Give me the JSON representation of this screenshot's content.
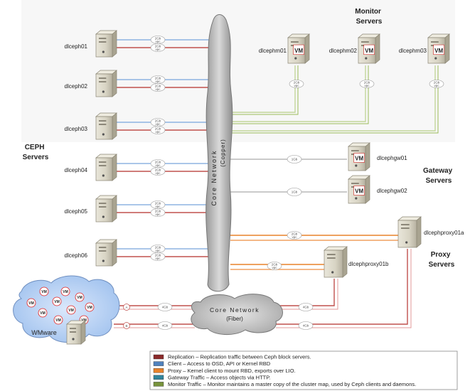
{
  "groups": {
    "monitor": "Monitor\nServers",
    "ceph": "CEPH\nServers",
    "gateway": "Gateway\nServers",
    "proxy": "Proxy\nServers"
  },
  "core_copper": {
    "title": "Core Network",
    "subtitle": "(Copper)"
  },
  "core_fiber": {
    "title": "Core Network",
    "subtitle": "(Fiber)"
  },
  "ceph_nodes": [
    "dlceph01",
    "dlceph02",
    "dlceph03",
    "dlceph04",
    "dlceph05",
    "dlceph06"
  ],
  "monitor_nodes": [
    "dlcephm01",
    "dlcephm02",
    "dlcephm03"
  ],
  "gateway_nodes": [
    "dlcephgw01",
    "dlcephgw02"
  ],
  "proxy_nodes": [
    "dlcephproxy01a",
    "dlcephproxy01b"
  ],
  "wmware_label": "WMware",
  "vm_label": "VM",
  "link_labels": {
    "two_gb": "2Gb",
    "vpc": "vpc",
    "one_gb": "1Gb",
    "four_gb": "4Gb",
    "port_a": "A",
    "port_b": "B"
  },
  "legend": [
    {
      "color": "#8b2a2a",
      "text": "Replication – Replication traffic between Ceph block servers."
    },
    {
      "color": "#4f81bd",
      "text": "Client – Access to OSD, API or Kernel RBD"
    },
    {
      "color": "#e8822a",
      "text": "Proxy – Kernel client to mount RBD, exports over LIO."
    },
    {
      "color": "#31859c",
      "text": "Gateway Traffic – Access objects via HTTP."
    },
    {
      "color": "#77933c",
      "text": "Monitor Traffic – Monitor maintains a master copy of the cluster map, used by Ceph clients and daemons."
    }
  ],
  "colors": {
    "replication": "#c0504d",
    "client": "#8db3e2",
    "proxy": "#f0a060",
    "gateway": "#aaaaaa",
    "monitor": "#c3d69b",
    "vm_red": "#e02020",
    "cloud_blue": "#a8c8f0"
  }
}
